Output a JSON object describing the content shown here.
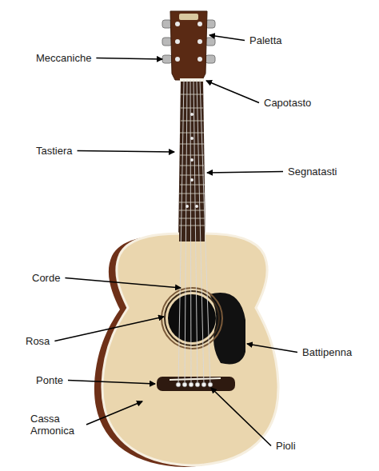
{
  "diagram": {
    "labels": [
      "Paletta",
      "Meccaniche",
      "Capotasto",
      "Tastiera",
      "Segnatasti",
      "Corde",
      "Rosa",
      "Battipenna",
      "Ponte",
      "Cassa Armonica",
      "Pioli"
    ]
  }
}
